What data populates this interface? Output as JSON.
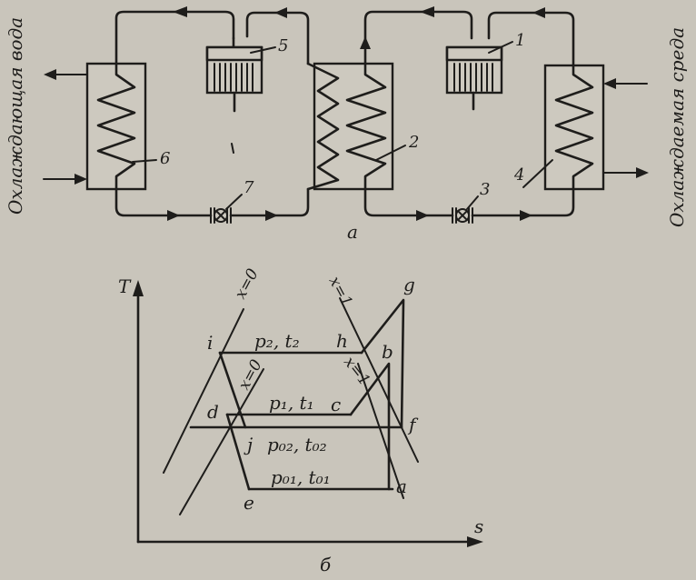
{
  "schematic": {
    "label_left_vertical": "Охлаждающая вода",
    "label_right_vertical": "Охлаждаемая среда",
    "sub_label": "а",
    "components": {
      "compressor_1": "1",
      "cascade_condenser": "2",
      "valve_3": "3",
      "evaporator": "4",
      "compressor_5": "5",
      "condenser": "6",
      "valve_7": "7"
    }
  },
  "ts_diagram": {
    "axis_y": "T",
    "axis_x": "s",
    "sub_label": "б",
    "curve_labels": {
      "x0_upper": "x=0",
      "x1_upper": "x=1",
      "x0_lower": "x=0",
      "x1_lower": "x=1"
    },
    "points": {
      "g": "g",
      "h": "h",
      "i": "i",
      "b": "b",
      "c": "c",
      "d": "d",
      "f": "f",
      "j": "j",
      "a": "a",
      "e": "e"
    },
    "isobars": {
      "p2": "p₂, t₂",
      "p1": "p₁, t₁",
      "p02": "p₀₂, t₀₂",
      "p01": "p₀₁, t₀₁"
    }
  }
}
